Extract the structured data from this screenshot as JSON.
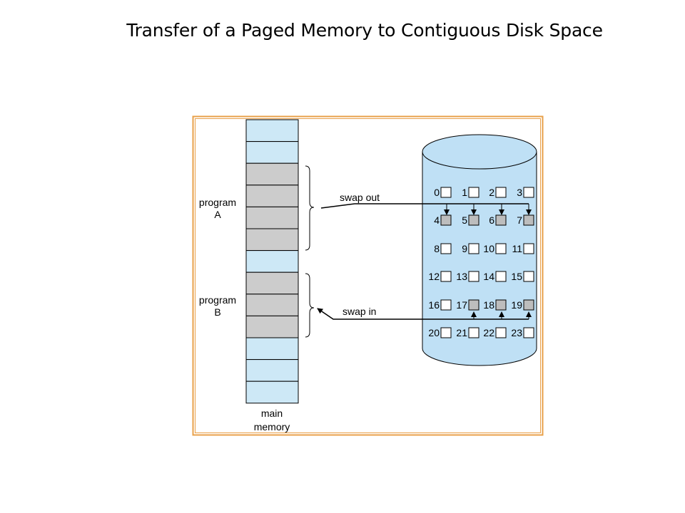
{
  "slide": {
    "title": "Transfer of a Paged Memory to Contiguous Disk Space"
  },
  "diagram": {
    "colors": {
      "frame_border": "#e8a04a",
      "free_page": "#cde8f6",
      "used_page": "#cccccc",
      "disk": "#bfe0f5",
      "line": "#000000"
    },
    "memory": {
      "label_line1": "main",
      "label_line2": "memory",
      "pages": [
        "free",
        "free",
        "used",
        "used",
        "used",
        "used",
        "free",
        "used",
        "used",
        "used",
        "free",
        "free",
        "free"
      ]
    },
    "program_a": {
      "line1": "program",
      "line2": "A"
    },
    "program_b": {
      "line1": "program",
      "line2": "B"
    },
    "swap_out_label": "swap out",
    "swap_in_label": "swap in",
    "disk_blocks": [
      {
        "n": "0",
        "used": false
      },
      {
        "n": "1",
        "used": false
      },
      {
        "n": "2",
        "used": false
      },
      {
        "n": "3",
        "used": false
      },
      {
        "n": "4",
        "used": true
      },
      {
        "n": "5",
        "used": true
      },
      {
        "n": "6",
        "used": true
      },
      {
        "n": "7",
        "used": true
      },
      {
        "n": "8",
        "used": false
      },
      {
        "n": "9",
        "used": false
      },
      {
        "n": "10",
        "used": false
      },
      {
        "n": "11",
        "used": false
      },
      {
        "n": "12",
        "used": false
      },
      {
        "n": "13",
        "used": false
      },
      {
        "n": "14",
        "used": false
      },
      {
        "n": "15",
        "used": false
      },
      {
        "n": "16",
        "used": false
      },
      {
        "n": "17",
        "used": true
      },
      {
        "n": "18",
        "used": true
      },
      {
        "n": "19",
        "used": true
      },
      {
        "n": "20",
        "used": false
      },
      {
        "n": "21",
        "used": false
      },
      {
        "n": "22",
        "used": false
      },
      {
        "n": "23",
        "used": false
      }
    ]
  }
}
